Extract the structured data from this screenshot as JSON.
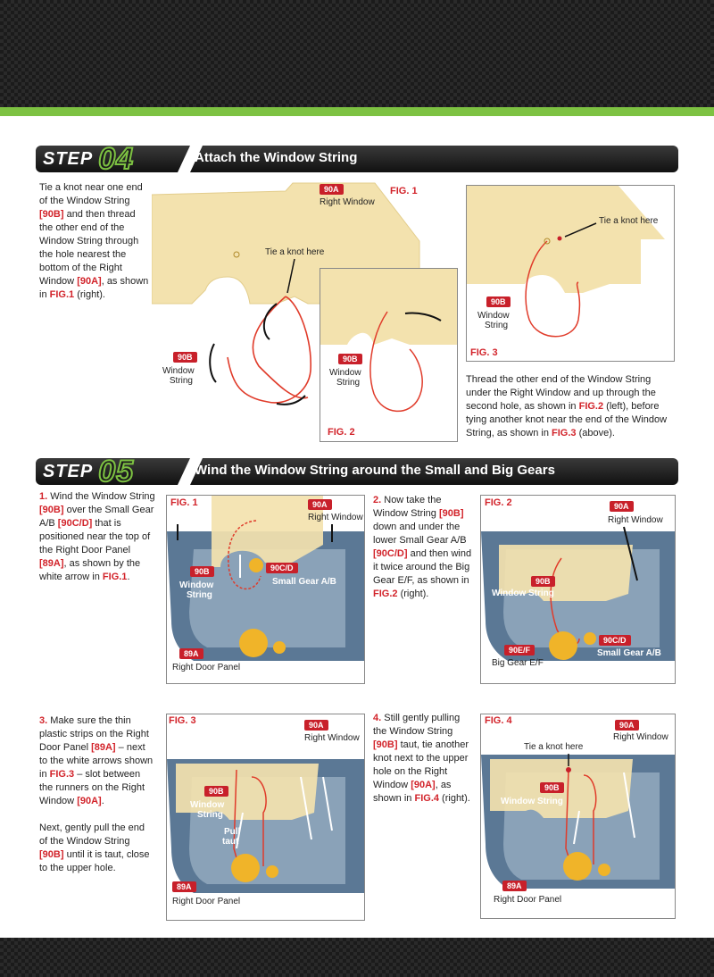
{
  "steps": [
    {
      "word": "STEP",
      "num": "04",
      "title": "Attach the Window String"
    },
    {
      "word": "STEP",
      "num": "05",
      "title": "Wind the Window String around the Small and Big Gears"
    }
  ],
  "step4": {
    "intro": [
      "Tie a knot near one end of the Window String ",
      "[90B]",
      " and then thread the other end of the Window String through the hole nearest the bottom of the Right Window ",
      "[90A]",
      ", as shown in ",
      "FIG.1",
      " (right)."
    ],
    "fig1": {
      "label": "FIG. 1",
      "tag_window": "90A",
      "window_label": "Right Window",
      "knot_label": "Tie a knot here",
      "tag_string": "90B",
      "string_label_1": "Window",
      "string_label_2": "String"
    },
    "fig2": {
      "label": "FIG. 2",
      "tag_string": "90B",
      "string_label_1": "Window",
      "string_label_2": "String"
    },
    "fig3": {
      "label": "FIG. 3",
      "knot_label": "Tie a knot here",
      "tag_string": "90B",
      "string_label_1": "Window",
      "string_label_2": "String"
    },
    "outro": [
      "Thread the other end of the Window String under the Right Window and up through the second hole, as shown in ",
      "FIG.2",
      " (left), before tying another knot near the end of the Window String, as shown in ",
      "FIG.3",
      " (above)."
    ]
  },
  "step5": {
    "p1": [
      "1.",
      " Wind the Window String ",
      "[90B]",
      " over the Small Gear A/B ",
      "[90C/D]",
      " that is positioned near the top of the Right Door Panel ",
      "[89A]",
      ", as shown by the white arrow in ",
      "FIG.1",
      "."
    ],
    "p2": [
      "2.",
      " Now take the Window String ",
      "[90B]",
      " down and under the lower Small Gear A/B ",
      "[90C/D]",
      " and then wind it twice around the Big Gear E/F, as shown in ",
      "FIG.2",
      " (right)."
    ],
    "p3a": [
      "3.",
      " Make sure the thin plastic strips on the Right Door Panel ",
      "[89A]",
      " – next to the white arrows shown in ",
      "FIG.3",
      " – slot between the runners on the Right Window ",
      "[90A]",
      "."
    ],
    "p3b": [
      "Next, gently pull the end of the Window String ",
      "[90B]",
      " until it is taut, close to the upper hole."
    ],
    "p4": [
      "4.",
      " Still gently pulling the Window String ",
      "[90B]",
      " taut, tie another knot next to the upper hole on the Right Window ",
      "[90A]",
      ", as shown in ",
      "FIG.4",
      " (right)."
    ],
    "fig1": {
      "label": "FIG. 1",
      "tag_window": "90A",
      "window_label": "Right Window",
      "tag_string": "90B",
      "string_label_1": "Window",
      "string_label_2": "String",
      "tag_gear": "90C/D",
      "gear_label": "Small Gear A/B",
      "tag_panel": "89A",
      "panel_label": "Right Door Panel"
    },
    "fig2": {
      "label": "FIG. 2",
      "tag_window": "90A",
      "window_label": "Right Window",
      "tag_string": "90B",
      "string_label": "Window String",
      "tag_big": "90E/F",
      "big_label": "Big Gear E/F",
      "tag_gear": "90C/D",
      "gear_label": "Small Gear A/B"
    },
    "fig3": {
      "label": "FIG. 3",
      "tag_window": "90A",
      "window_label": "Right Window",
      "tag_string": "90B",
      "string_label_1": "Window",
      "string_label_2": "String",
      "pull_1": "Pull",
      "pull_2": "taut",
      "tag_panel": "89A",
      "panel_label": "Right Door Panel"
    },
    "fig4": {
      "label": "FIG. 4",
      "tag_window": "90A",
      "window_label": "Right Window",
      "knot_label": "Tie a knot here",
      "tag_string": "90B",
      "string_label": "Window String",
      "tag_panel": "89A",
      "panel_label": "Right Door Panel"
    }
  },
  "colors": {
    "accent_green": "#7dc242",
    "tag_red": "#c8202a",
    "text_red": "#d2232a",
    "window_cream": "#f3e2ae",
    "door_blue": "#5b7895"
  }
}
